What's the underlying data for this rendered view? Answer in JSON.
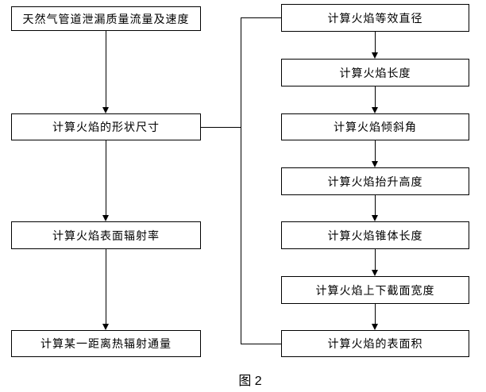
{
  "diagram": {
    "title_caption": "图 2",
    "left_column": [
      "天然气管道泄漏质量流量及速度",
      "计算火焰的形状尺寸",
      "计算火焰表面辐射率",
      "计算某一距离热辐射通量"
    ],
    "right_column": [
      "计算火焰等效直径",
      "计算火焰长度",
      "计算火焰倾斜角",
      "计算火焰抬升高度",
      "计算火焰锥体长度",
      "计算火焰上下截面宽度",
      "计算火焰的表面积"
    ],
    "colors": {
      "background": "#ffffff",
      "box_fill": "#ffffff",
      "box_border": "#000000",
      "text": "#000000",
      "connector": "#000000"
    }
  }
}
